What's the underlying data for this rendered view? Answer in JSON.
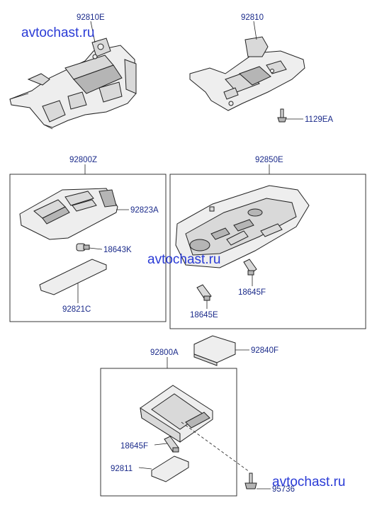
{
  "watermarks": [
    "avtochast.ru",
    "avtochast.ru",
    "avtochast.ru"
  ],
  "labels": {
    "p92810E": "92810E",
    "p92810": "92810",
    "p1129EA": "1129EA",
    "p92800Z": "92800Z",
    "p92823A": "92823A",
    "p18643K": "18643K",
    "p92821C": "92821C",
    "p92850E": "92850E",
    "p18645F_a": "18645F",
    "p18645E": "18645E",
    "p92800A": "92800A",
    "p92840F": "92840F",
    "p18645F_b": "18645F",
    "p92811": "92811",
    "p95736": "95736"
  }
}
